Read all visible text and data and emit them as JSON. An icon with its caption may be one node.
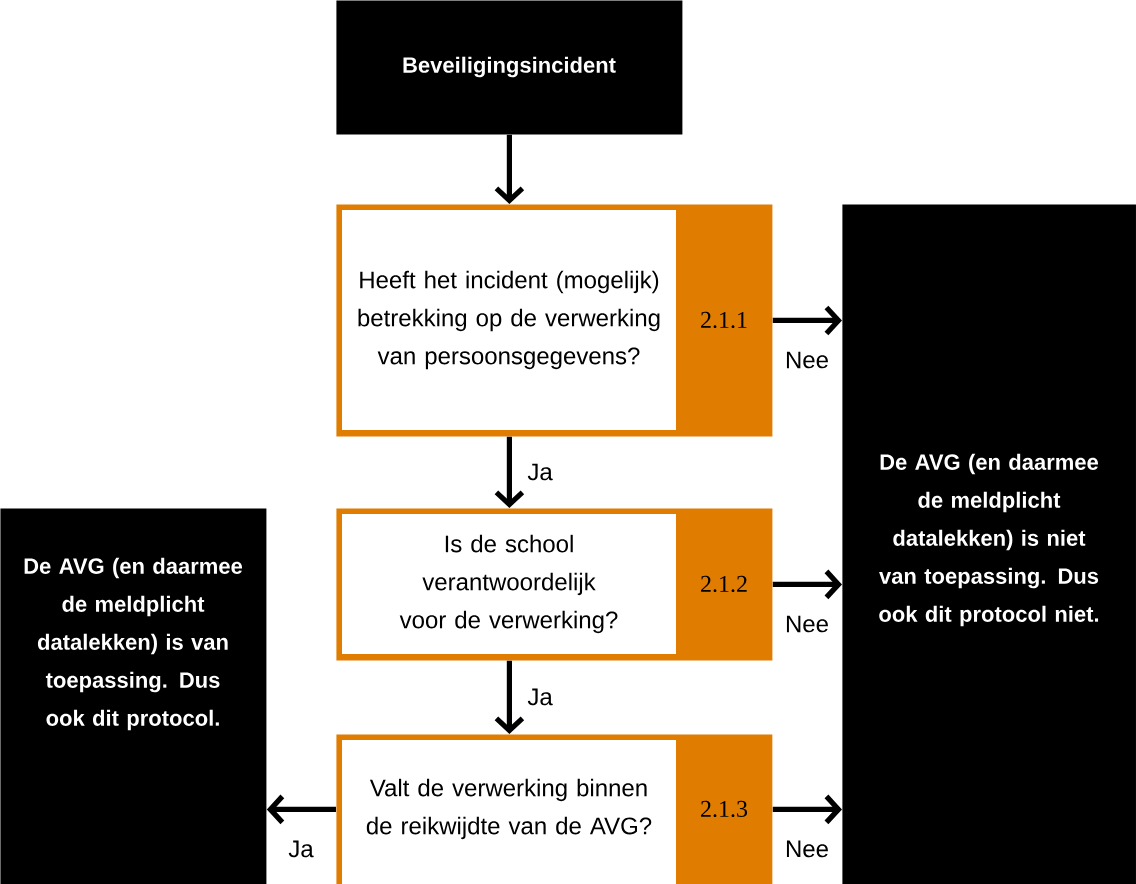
{
  "diagram": {
    "nodes": [
      {
        "text": [
          "Beveiligingsincident"
        ]
      },
      {
        "text": [
          "Heeft het incident (mogelijk) betrekking op de verwerking van persoonsgegevens?",
          "2.1.1"
        ]
      },
      {
        "text": [
          "Is de school verantwoordelijk voor de verwerking?",
          "2.1.2"
        ]
      },
      {
        "text": [
          "Valt de verwerking binnen de reikwijdte van de AVG?",
          "2.1.3"
        ]
      },
      {
        "text": [
          "De AVG (en daarmee de meldplicht datalekken) is niet van toepassing. Dus ook dit protocol niet."
        ]
      },
      {
        "text": [
          "De AVG (en daarmee de meldplicht datalekken) is van toepassing. Dus ook dit protocol."
        ]
      }
    ],
    "edges": [
      {
        "from": 0,
        "to": 1,
        "arrow": "to"
      },
      {
        "from": 1,
        "to": 2,
        "arrow": "to",
        "label": "Ja"
      },
      {
        "from": 1,
        "to": 4,
        "arrow": "to",
        "label": "Nee"
      },
      {
        "from": 2,
        "to": 3,
        "arrow": "to",
        "label": "Ja"
      },
      {
        "from": 2,
        "to": 4,
        "arrow": "to",
        "label": "Nee"
      },
      {
        "from": 3,
        "to": 4,
        "arrow": "to",
        "label": "Nee"
      },
      {
        "from": 3,
        "to": 5,
        "arrow": "to",
        "label": "Ja"
      }
    ]
  }
}
